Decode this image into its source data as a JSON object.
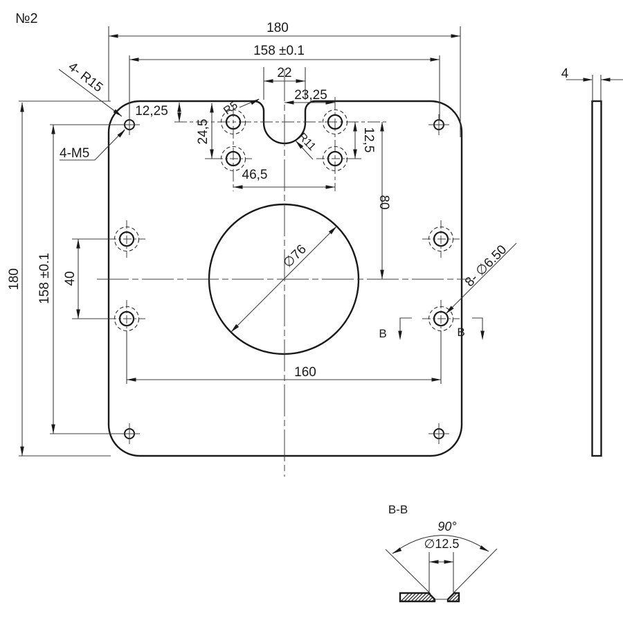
{
  "drawing": {
    "part_label": "№2",
    "front": {
      "dim_width_top": "180",
      "dim_width_holes_top": "158 ±0.1",
      "dim_height_left": "180",
      "dim_height_holes_left": "158 ±0.1",
      "dim_notch_width": "22",
      "dim_notch_to_hole": "23,25",
      "dim_edge_to_hole": "12,25",
      "dim_left_pair": "24,5",
      "dim_right_pair": "12,5",
      "dim_pair_span": "46,5",
      "dim_center_to_holes": "80",
      "dim_mid_pair": "40",
      "dim_mid_span": "160",
      "dim_center_hole": "∅76",
      "callout_corner_radius": "4- R15",
      "callout_corner_thread": "4-M5",
      "callout_holes": "8- ∅6.50",
      "callout_notch_fillet": "R5",
      "callout_notch_radius": "R11",
      "section_mark_left": "B",
      "section_mark_right": "B"
    },
    "side": {
      "dim_thickness": "4"
    },
    "section": {
      "title": "B-B",
      "dim_angle": "90°",
      "dim_csk_dia": "∅12.5"
    }
  }
}
